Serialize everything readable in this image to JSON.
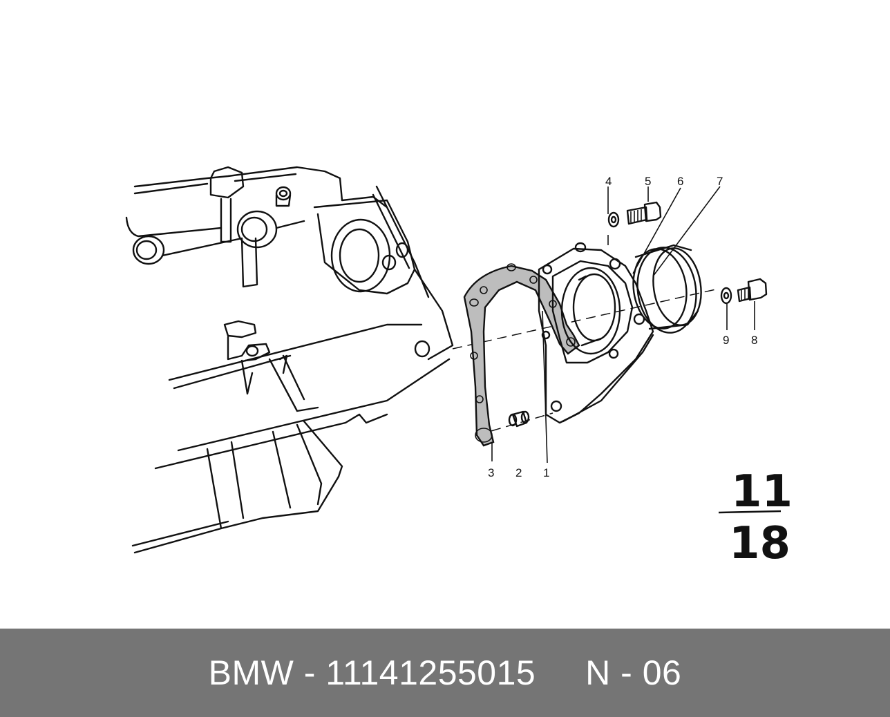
{
  "diagram": {
    "callouts": {
      "1": "1",
      "2": "2",
      "3": "3",
      "4": "4",
      "5": "5",
      "6": "6",
      "7": "7",
      "8": "8",
      "9": "9"
    },
    "group_top": "11",
    "group_bottom": "18"
  },
  "footer": {
    "text": "BMW - 11141255015     N - 06"
  }
}
